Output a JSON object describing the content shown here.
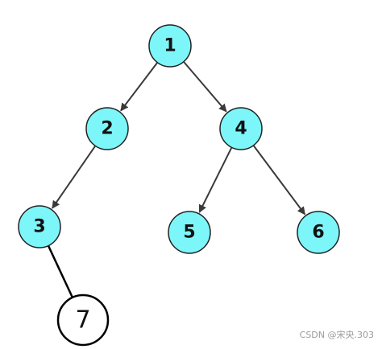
{
  "colors": {
    "node_fill": "#7df6fa",
    "node_stroke": "#222222",
    "edge": "#3a3a3a",
    "plain_fill": "#ffffff",
    "plain_stroke": "#000000"
  },
  "nodes": [
    {
      "id": "n1",
      "label": "1",
      "style": "filled"
    },
    {
      "id": "n2",
      "label": "2",
      "style": "filled"
    },
    {
      "id": "n4",
      "label": "4",
      "style": "filled"
    },
    {
      "id": "n3",
      "label": "3",
      "style": "filled"
    },
    {
      "id": "n5",
      "label": "5",
      "style": "filled"
    },
    {
      "id": "n6",
      "label": "6",
      "style": "filled"
    },
    {
      "id": "n7",
      "label": "7",
      "style": "plain"
    }
  ],
  "edges": [
    {
      "from": "n1",
      "to": "n2",
      "style": "arrow"
    },
    {
      "from": "n1",
      "to": "n4",
      "style": "arrow"
    },
    {
      "from": "n2",
      "to": "n3",
      "style": "arrow"
    },
    {
      "from": "n4",
      "to": "n5",
      "style": "arrow"
    },
    {
      "from": "n4",
      "to": "n6",
      "style": "arrow"
    },
    {
      "from": "n3",
      "to": "n7",
      "style": "line"
    }
  ],
  "watermark": "CSDN @宋央.303"
}
